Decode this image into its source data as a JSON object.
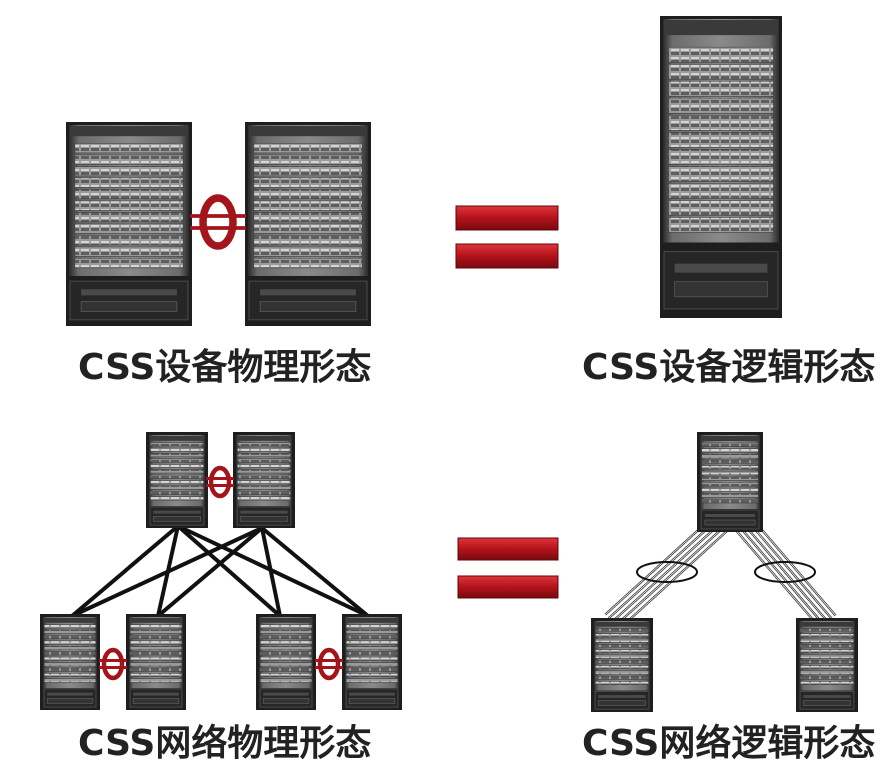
{
  "captions": {
    "device_physical": "CSS设备物理形态",
    "device_logical": "CSS设备逻辑形态",
    "network_physical": "CSS网络物理形态",
    "network_logical": "CSS网络逻辑形态"
  },
  "colors": {
    "equals": "#b3121a",
    "stack_link": "#a3141b",
    "chassis_dark": "#1e1e1e",
    "chassis_body": "#5a5a5a",
    "cable": "#111111"
  }
}
